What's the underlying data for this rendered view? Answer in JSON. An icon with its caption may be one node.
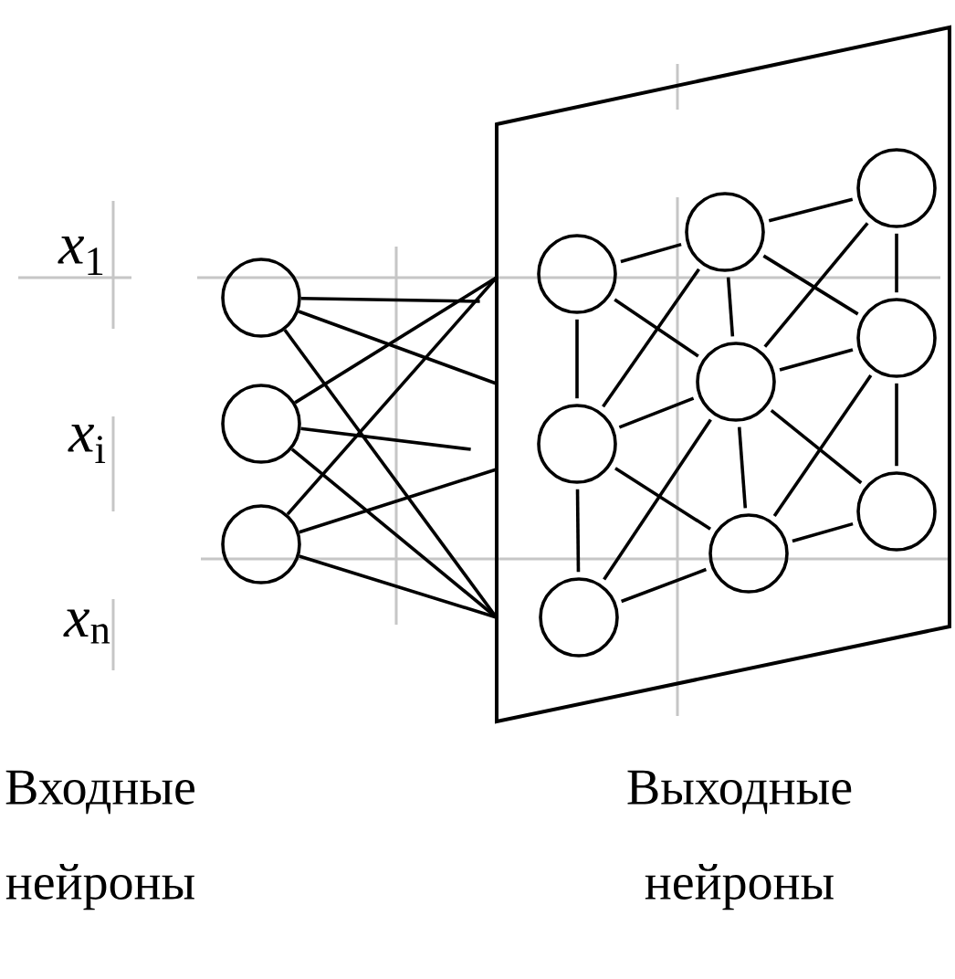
{
  "diagram": {
    "nodes": [
      {
        "text": [],
        "shape": "circle"
      },
      {
        "text": [],
        "shape": "circle"
      },
      {
        "text": [],
        "shape": "circle"
      },
      {
        "text": [],
        "shape": "parallelogram"
      },
      {
        "text": [],
        "shape": "circle",
        "in": 3
      },
      {
        "text": [],
        "shape": "circle",
        "in": 3
      },
      {
        "text": [],
        "shape": "circle",
        "in": 3
      },
      {
        "text": [],
        "shape": "circle",
        "in": 3
      },
      {
        "text": [],
        "shape": "circle",
        "in": 3
      },
      {
        "text": [],
        "shape": "circle",
        "in": 3
      },
      {
        "text": [],
        "shape": "circle",
        "in": 3
      },
      {
        "text": [],
        "shape": "circle",
        "in": 3
      },
      {
        "text": [],
        "shape": "circle",
        "in": 3
      }
    ],
    "edges": [
      {
        "from": 0,
        "to": 3,
        "arrow": "none"
      },
      {
        "from": 0,
        "to": 3,
        "arrow": "none"
      },
      {
        "from": 0,
        "to": 3,
        "arrow": "none"
      },
      {
        "from": 1,
        "to": 3,
        "arrow": "none"
      },
      {
        "from": 1,
        "to": 3,
        "arrow": "none"
      },
      {
        "from": 1,
        "to": 3,
        "arrow": "none"
      },
      {
        "from": 2,
        "to": 3,
        "arrow": "none"
      },
      {
        "from": 2,
        "to": 3,
        "arrow": "none"
      },
      {
        "from": 2,
        "to": 3,
        "arrow": "none"
      },
      {
        "from": 4,
        "to": 5,
        "arrow": "none"
      },
      {
        "from": 5,
        "to": 6,
        "arrow": "none"
      },
      {
        "from": 6,
        "to": 7,
        "arrow": "none"
      },
      {
        "from": 4,
        "to": 9,
        "arrow": "none"
      },
      {
        "from": 5,
        "to": 8,
        "arrow": "none"
      },
      {
        "from": 7,
        "to": 10,
        "arrow": "none"
      },
      {
        "from": 9,
        "to": 12,
        "arrow": "none"
      },
      {
        "from": 8,
        "to": 11,
        "arrow": "none"
      },
      {
        "from": 4,
        "to": 8,
        "arrow": "none"
      },
      {
        "from": 5,
        "to": 9,
        "arrow": "none"
      },
      {
        "from": 5,
        "to": 7,
        "arrow": "none"
      },
      {
        "from": 6,
        "to": 8,
        "arrow": "none"
      },
      {
        "from": 8,
        "to": 7,
        "arrow": "none"
      },
      {
        "from": 9,
        "to": 8,
        "arrow": "none"
      },
      {
        "from": 8,
        "to": 10,
        "arrow": "none"
      },
      {
        "from": 7,
        "to": 11,
        "arrow": "none"
      },
      {
        "from": 9,
        "to": 11,
        "arrow": "none"
      },
      {
        "from": 8,
        "to": 12,
        "arrow": "none"
      },
      {
        "from": 12,
        "to": 11,
        "arrow": "none"
      },
      {
        "from": 11,
        "to": 10,
        "arrow": "none"
      }
    ],
    "labels": [
      "*x*$_{1}$",
      "*x*$_{i}$",
      "*x*$_{n}$",
      "Входные нейроны",
      "Выходные нейроны"
    ]
  }
}
